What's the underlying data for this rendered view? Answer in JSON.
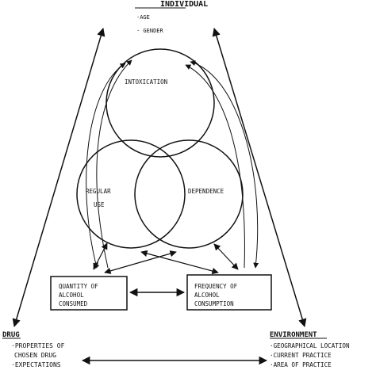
{
  "individual": {
    "heading": "INDIVIDUAL",
    "items": [
      "·AGE",
      "· GENDER"
    ]
  },
  "circles": {
    "intoxication": "INTOXICATION",
    "regular_use_line1": "REGULAR",
    "regular_use_line2": "USE",
    "dependence": "DEPENDENCE"
  },
  "boxes": {
    "quantity_line1": "QUANTITY OF",
    "quantity_line2": "ALCOHOL",
    "quantity_line3": "CONSUMED",
    "frequency_line1": "FREQUENCY OF",
    "frequency_line2": "ALCOHOL",
    "frequency_line3": "CONSUMPTION"
  },
  "drug": {
    "heading": "DRUG",
    "items": [
      "·PROPERTIES OF",
      "CHOSEN DRUG",
      "·EXPECTATIONS"
    ]
  },
  "environment": {
    "heading": "ENVIRONMENT",
    "items": [
      "·GEOGRAPHICAL LOCATION",
      "·CURRENT PRACTICE",
      "·AREA OF PRACTICE"
    ]
  },
  "colors": {
    "ink": "#111111",
    "paper": "#ffffff"
  }
}
